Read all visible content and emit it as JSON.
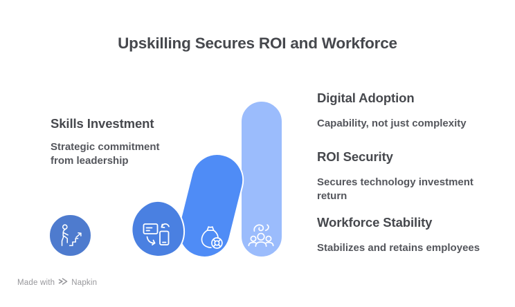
{
  "title": "Upskilling Secures ROI and Workforce",
  "sections": {
    "left": {
      "heading": "Skills Investment",
      "body": "Strategic commitment from leadership"
    },
    "right": [
      {
        "heading": "Digital Adoption",
        "body": "Capability, not just complexity"
      },
      {
        "heading": "ROI Security",
        "body": "Secures technology investment return"
      },
      {
        "heading": "Workforce Stability",
        "body": "Stabilizes and retains employees"
      }
    ]
  },
  "shapes": {
    "skills_investment": {
      "form": "circle",
      "color": "#4e7bce",
      "icon": "person-climbing-stairs-icon"
    },
    "digital_adoption": {
      "form": "tilted-blob",
      "color": "#4a80e1",
      "icon": "device-sync-icon"
    },
    "roi_security": {
      "form": "tilted-capsule",
      "color": "#4f8cf6",
      "icon": "money-bag-lifebuoy-icon"
    },
    "workforce_stability": {
      "form": "tall-capsule",
      "color": "#9bbcfc",
      "icon": "team-retention-icon"
    }
  },
  "colors": {
    "background": "#ffffff",
    "heading_text": "#46484d",
    "body_text": "#54565c",
    "shape_outline": "#ffffff",
    "watermark_text": "#97979b"
  },
  "watermark": {
    "prefix": "Made with",
    "brand": "Napkin"
  }
}
